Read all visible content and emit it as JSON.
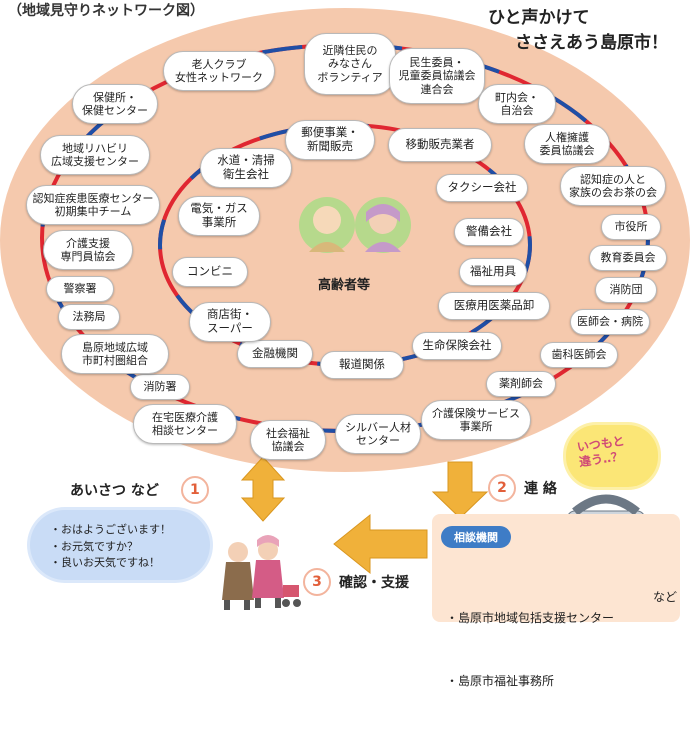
{
  "header": {
    "top_partial": "（地域見守りネットワーク図）",
    "title_line1": "ひと声かけて",
    "title_line2": "ささえあう島原市！"
  },
  "center": {
    "label": "高齢者等"
  },
  "outer_ring": [
    "近隣住民の\nみなさん\nボランティア",
    "民生委員・\n児童委員協議会\n連合会",
    "町内会・\n自治会",
    "人権擁護\n委員協議会",
    "認知症の人と\n家族の会お茶の会",
    "市役所",
    "教育委員会",
    "消防団",
    "医師会・病院",
    "歯科医師会",
    "薬剤師会",
    "介護保険サービス\n事業所",
    "シルバー人材\nセンター",
    "社会福祉\n協議会",
    "在宅医療介護\n相談センター",
    "消防署",
    "島原地域広域\n市町村圏組合",
    "法務局",
    "警察署",
    "介護支援\n専門員協会",
    "認知症疾患医療センター\n初期集中チーム",
    "地域リハビリ\n広域支援センター",
    "保健所・\n保健センター",
    "老人クラブ\n女性ネットワーク"
  ],
  "inner_ring": [
    "郵便事業・\n新聞販売",
    "移動販売業者",
    "タクシー会社",
    "警備会社",
    "福祉用具",
    "医療用医薬品卸",
    "生命保険会社",
    "報道関係",
    "金融機関",
    "商店街・\nスーパー",
    "コンビニ",
    "電気・ガス\n事業所",
    "水道・清掃\n衛生会社"
  ],
  "steps": {
    "step1": {
      "number": "1",
      "label": "あいさつ など"
    },
    "step2": {
      "number": "2",
      "label": "連 絡"
    },
    "step3": {
      "number": "3",
      "label": "確認・支援"
    }
  },
  "greeting_bubble": [
    "・おはようございます！",
    "・お元気ですか？",
    "・良いお天気ですね！"
  ],
  "concern_bubble": "いつもと\n違う‥？",
  "consult_box": {
    "title": "相談機関",
    "line1": "・島原市地域包括支援センター",
    "line2": "・島原市福祉事務所",
    "etc": "など"
  },
  "colors": {
    "ellipse_fill": "#f5c9ad",
    "ring_red": "#e02731",
    "ring_blue": "#1f4fa6",
    "arrow_fill": "#f0b13a",
    "accent_number": "#e25f3a"
  }
}
